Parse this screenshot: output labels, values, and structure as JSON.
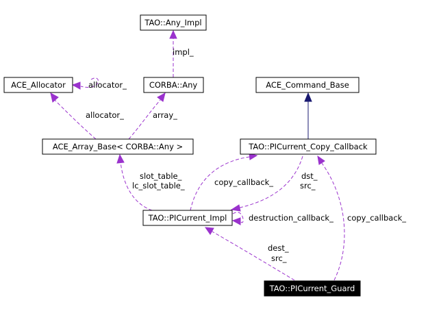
{
  "nodes": {
    "any_impl": "TAO::Any_Impl",
    "ace_allocator": "ACE_Allocator",
    "corba_any": "CORBA::Any",
    "ace_command_base": "ACE_Command_Base",
    "ace_array_base": "ACE_Array_Base< CORBA::Any >",
    "copy_callback": "TAO::PICurrent_Copy_Callback",
    "picurrent_impl": "TAO::PICurrent_Impl",
    "picurrent_guard": "TAO::PICurrent_Guard"
  },
  "labels": {
    "impl": "impl_",
    "allocator_self": "allocator_",
    "allocator": "allocator_",
    "array": "array_",
    "slot_table": "slot_table_",
    "lc_slot_table": "lc_slot_table_",
    "copy_callback_left": "copy_callback_",
    "dst": "dst_",
    "src_mid": "src_",
    "destruction_callback": "destruction_callback_",
    "copy_callback_right": "copy_callback_",
    "dest": "dest_",
    "src_bottom": "src_"
  },
  "colors": {
    "usage_edge": "#9a32cd",
    "inheritance_edge": "#191970",
    "highlight_node_fill": "#000000"
  }
}
